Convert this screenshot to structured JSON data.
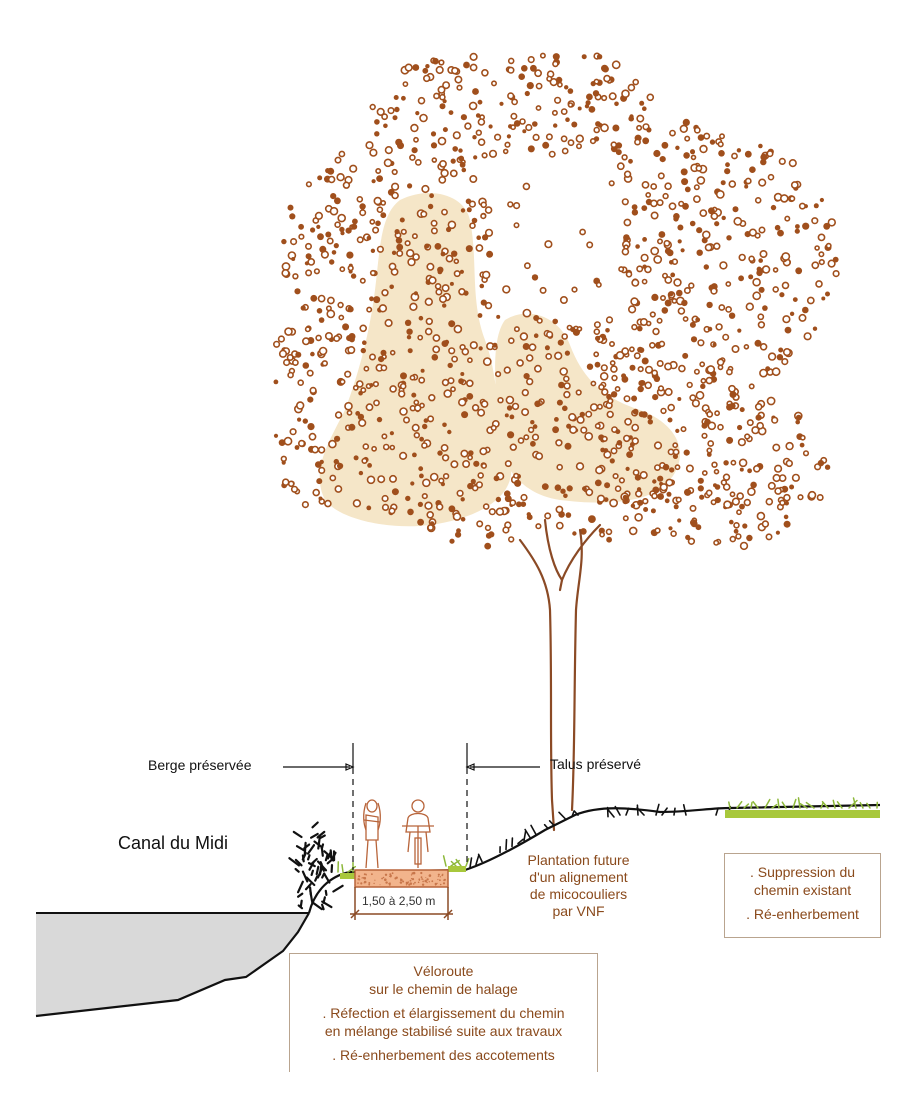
{
  "diagram": {
    "type": "landscape-cross-section",
    "colors": {
      "foliage_dots": "#a04f1c",
      "canopy_fill": "#f5e6c8",
      "trunk": "#8b4a25",
      "water": "#d9d9d9",
      "grass": "#a8c83c",
      "path_fill": "#f2b48c",
      "path_border": "#b8643a",
      "annotation_text": "#8a4a1c",
      "box_border": "#b9a48f",
      "ground_line": "#111111"
    }
  },
  "labels": {
    "canal": "Canal du Midi",
    "berge": "Berge préservée",
    "talus": "Talus préservé",
    "path_width": "1,50 à 2,50 m"
  },
  "plantation_note": {
    "lines": [
      "Plantation future",
      "d'un alignement",
      "de micocouliers",
      "par VNF"
    ]
  },
  "right_box": {
    "items": [
      ". Suppression du",
      "chemin existant",
      ". Ré-enherbement"
    ]
  },
  "veloroute_box": {
    "title_lines": [
      "Véloroute",
      "sur le chemin de halage"
    ],
    "items": [
      ". Réfection et élargissement du chemin",
      "en mélange stabilisé suite aux travaux",
      ". Ré-enherbement des accotements"
    ]
  }
}
